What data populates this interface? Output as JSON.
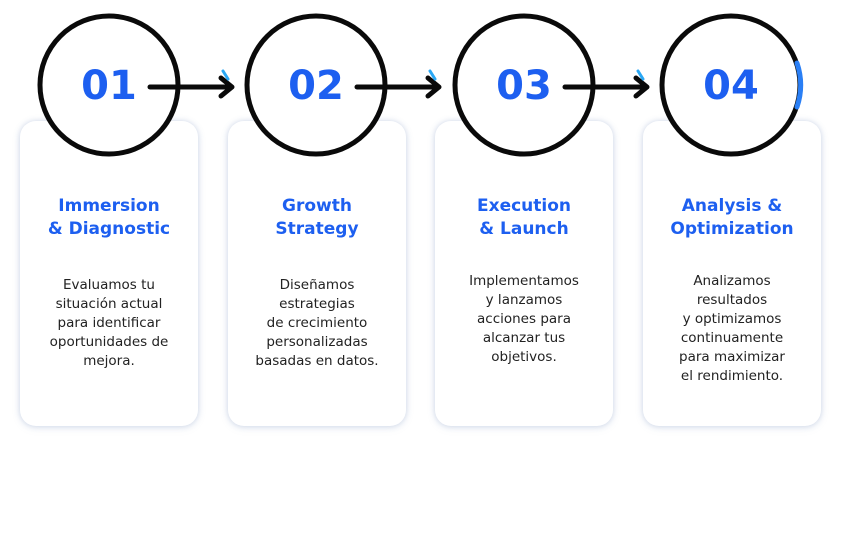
{
  "colors": {
    "accent": "#1d5ff0",
    "highlight": "#2aa8f5",
    "ring": "#0a0a0a",
    "text": "#222222"
  },
  "steps": [
    {
      "number": "01",
      "title": "Immersion\n& Diagnostic",
      "description": "Evaluamos tu\nsituación actual\npara identificar\noportunidades de\nmejora."
    },
    {
      "number": "02",
      "title": "Growth\nStrategy",
      "description": "Diseñamos\nestrategias\nde crecimiento\npersonalizadas\nbasadas en datos."
    },
    {
      "number": "03",
      "title": "Execution\n& Launch",
      "description": "Implementamos\ny lanzamos\nacciones  para\nalcanzar tus\nobjetivos."
    },
    {
      "number": "04",
      "title": "Analysis &\nOptimization",
      "description": "Analizamos\nresultados\ny optimizamos\ncontinuamente\npara maximizar\nel rendimiento."
    }
  ]
}
